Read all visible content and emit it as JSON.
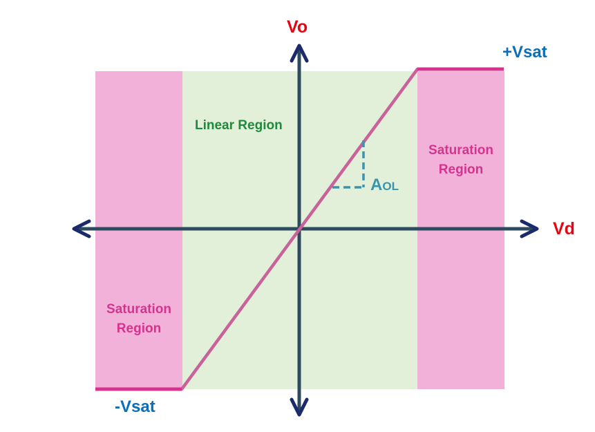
{
  "labels": {
    "y_axis": "Vo",
    "x_axis": "Vd",
    "positive_saturation": "+Vsat",
    "negative_saturation": "-Vsat",
    "linear_region": "Linear Region",
    "saturation_region_right": [
      "Saturation",
      "Region"
    ],
    "saturation_region_left": [
      "Saturation",
      "Region"
    ],
    "gain_main": "A",
    "gain_sub": "OL"
  },
  "colors": {
    "axis": "#2d4a5e",
    "axis_arrow": "#1b2a6b",
    "transfer_curve": "#c9629a",
    "saturation_line": "#d6338f",
    "saturation_fill": "#f2b1d8",
    "linear_fill": "#e2efd9",
    "axis_title": "#e30613",
    "vsat_text": "#0a6fb8",
    "linear_text": "#1e8a3c",
    "saturation_text": "#d6338f",
    "gain_text": "#3b93ad"
  }
}
